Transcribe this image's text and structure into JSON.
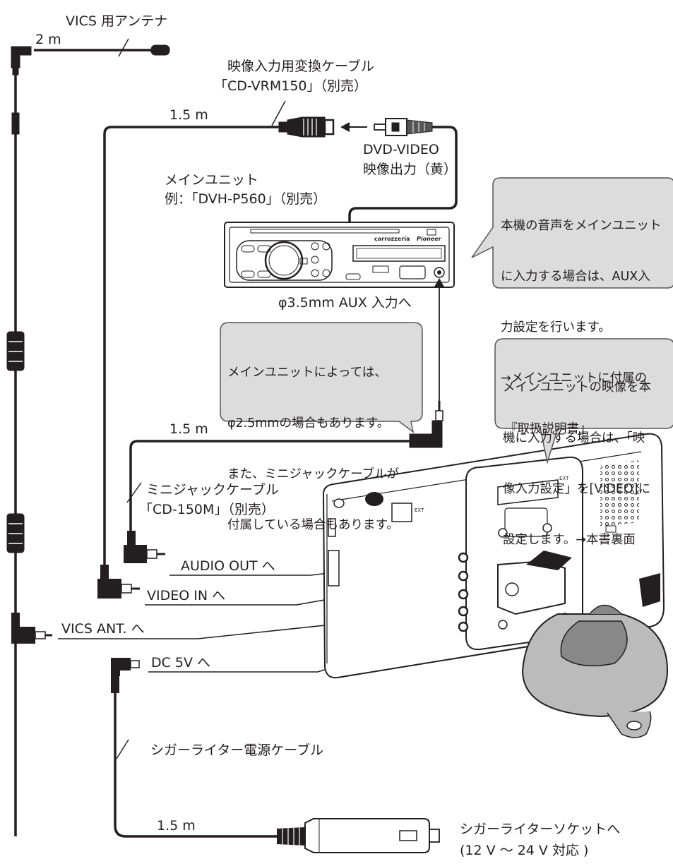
{
  "colors": {
    "ink": "#231f20",
    "bubble_fill": "#dcdcdc",
    "bubble_stroke": "#555555",
    "lens": "#ffffff"
  },
  "vics_antenna": {
    "label": "VICS 用アンテナ",
    "length": "2 m"
  },
  "video_cable": {
    "name": "映像入力用変換ケーブル",
    "model": "「CD-VRM150」（別売）",
    "length": "1.5 m"
  },
  "dvd_output": {
    "line1": "DVD-VIDEO",
    "line2": "映像出力（黄）"
  },
  "main_unit": {
    "line1": "メインユニット",
    "line2": "例：「DVH-P560」（別売）",
    "brand": "carrozzeria",
    "logo": "Pioneer"
  },
  "aux_input": {
    "label": "φ3.5mm AUX 入力へ"
  },
  "note_audio": {
    "lines": [
      "本機の音声をメインユニット",
      "に入力する場合は、AUX入",
      "力設定を行います。",
      "→メインユニットに付属の",
      "『取扱説明書』"
    ]
  },
  "note_jack": {
    "lines": [
      "メインユニットによっては、",
      "φ2.5mmの場合もあります。",
      "また、ミニジャックケーブルが",
      "付属している場合もあります。"
    ]
  },
  "note_video": {
    "lines": [
      "メインユニットの映像を本",
      "機に入力する場合は、「映",
      "像入力設定」を[VIDEO]に",
      "設定します。→本書裏面"
    ]
  },
  "mini_jack_cable": {
    "length": "1.5 m",
    "name": "ミニジャックケーブル",
    "model": "「CD-150M」（別売）"
  },
  "ports": {
    "audio_out": "AUDIO OUT へ",
    "video_in": "VIDEO IN へ",
    "vics_ant": "VICS ANT. へ",
    "dc": "DC 5V へ"
  },
  "power_cable": {
    "name": "シガーライター電源ケーブル",
    "length": "1.5 m"
  },
  "socket": {
    "line1": "シガーライターソケットへ",
    "line2": "(12 V ～ 24 V 対応 )"
  }
}
